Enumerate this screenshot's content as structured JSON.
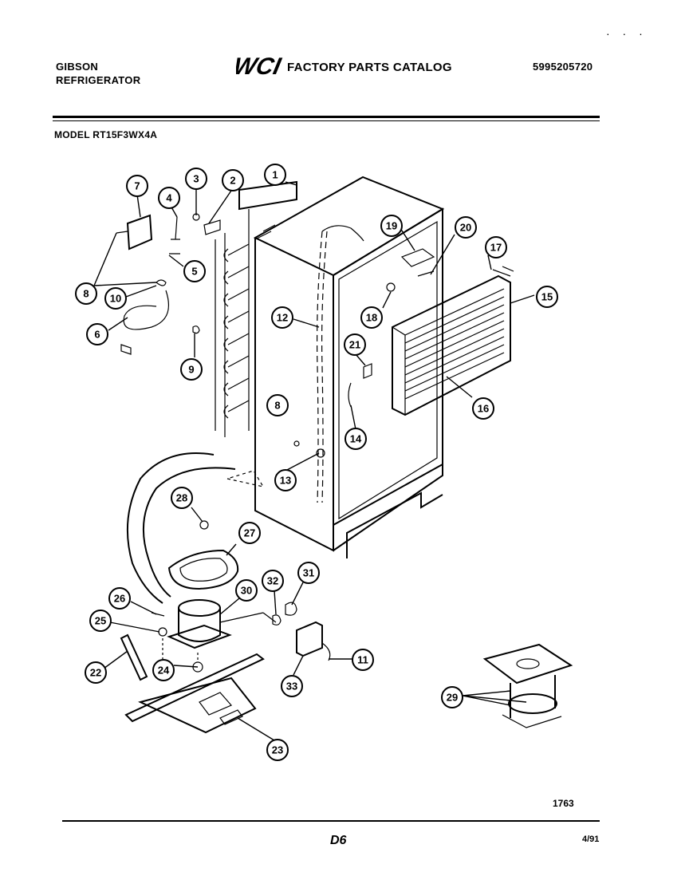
{
  "header": {
    "brand_line1": "GIBSON",
    "brand_line2": "REFRIGERATOR",
    "logo_text": "WCI",
    "catalog_title": "FACTORY PARTS CATALOG",
    "part_number": "5995205720",
    "model": "MODEL RT15F3WX4A"
  },
  "footer": {
    "diagram_number": "1763",
    "page": "D6",
    "date": "4/91"
  },
  "callouts": [
    {
      "id": "c1",
      "label": "1"
    },
    {
      "id": "c2",
      "label": "2"
    },
    {
      "id": "c3",
      "label": "3"
    },
    {
      "id": "c4",
      "label": "4"
    },
    {
      "id": "c5",
      "label": "5"
    },
    {
      "id": "c6",
      "label": "6"
    },
    {
      "id": "c7",
      "label": "7"
    },
    {
      "id": "c8a",
      "label": "8"
    },
    {
      "id": "c8b",
      "label": "8"
    },
    {
      "id": "c9",
      "label": "9"
    },
    {
      "id": "c10",
      "label": "10"
    },
    {
      "id": "c11",
      "label": "11"
    },
    {
      "id": "c12",
      "label": "12"
    },
    {
      "id": "c13",
      "label": "13"
    },
    {
      "id": "c14",
      "label": "14"
    },
    {
      "id": "c15",
      "label": "15"
    },
    {
      "id": "c16",
      "label": "16"
    },
    {
      "id": "c17",
      "label": "17"
    },
    {
      "id": "c18",
      "label": "18"
    },
    {
      "id": "c19",
      "label": "19"
    },
    {
      "id": "c20",
      "label": "20"
    },
    {
      "id": "c21",
      "label": "21"
    },
    {
      "id": "c22",
      "label": "22"
    },
    {
      "id": "c23",
      "label": "23"
    },
    {
      "id": "c24",
      "label": "24"
    },
    {
      "id": "c25",
      "label": "25"
    },
    {
      "id": "c26",
      "label": "26"
    },
    {
      "id": "c27",
      "label": "27"
    },
    {
      "id": "c28",
      "label": "28"
    },
    {
      "id": "c29",
      "label": "29"
    },
    {
      "id": "c30",
      "label": "30"
    },
    {
      "id": "c31",
      "label": "31"
    },
    {
      "id": "c32",
      "label": "32"
    },
    {
      "id": "c33",
      "label": "33"
    }
  ]
}
